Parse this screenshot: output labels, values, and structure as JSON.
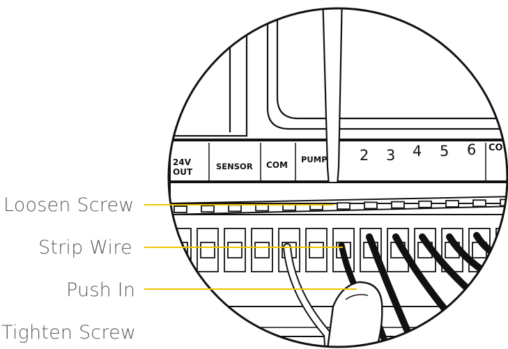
{
  "steps": {
    "loosen": "Loosen Screw",
    "strip": "Strip Wire",
    "push": "Push In",
    "tighten": "Tighten Screw"
  },
  "terminals": {
    "out24v_line1": "24V",
    "out24v_line2": "OUT",
    "sensor": "SENSOR",
    "com": "COM",
    "pump": "PUMP",
    "zone_numbers": [
      "2",
      "3",
      "4",
      "5",
      "6"
    ],
    "com_right": "CO"
  },
  "colors": {
    "leader": "#f2c200",
    "label": "#58595b",
    "line": "#111111"
  }
}
